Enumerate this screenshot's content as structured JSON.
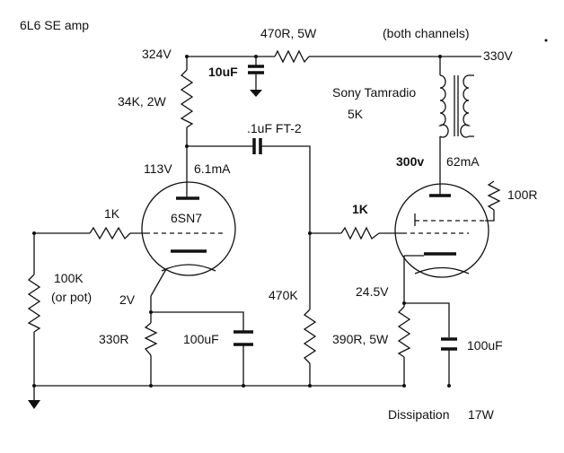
{
  "title": "6L6 SE amp",
  "labels": {
    "supply_b_voltage": "324V",
    "supply_cap": "10uF",
    "supply_resistor": "470R, 5W",
    "channels_note": "(both channels)",
    "supply_a_voltage": "330V",
    "plate_load": "34K, 2W",
    "output_transformer": "Sony Tamradio",
    "output_transformer_impedance": "5K",
    "coupling_cap": ".1uF FT-2",
    "driver_plate_voltage": "113V",
    "driver_current": "6.1mA",
    "output_plate_voltage": "300v",
    "output_current": "62mA",
    "screen_resistor": "100R",
    "driver_grid_stopper": "1K",
    "driver_tube": "6SN7",
    "output_grid_stopper": "1K",
    "volume_pot": "100K",
    "volume_pot_note": "(or pot)",
    "grid_leak": "470K",
    "output_cathode_voltage": "24.5V",
    "driver_cathode_voltage": "2V",
    "driver_cathode_resistor": "330R",
    "driver_bypass_cap": "100uF",
    "output_cathode_resistor": "390R, 5W",
    "output_bypass_cap": "100uF",
    "dissipation_label": "Dissipation",
    "dissipation_value": "17W"
  }
}
